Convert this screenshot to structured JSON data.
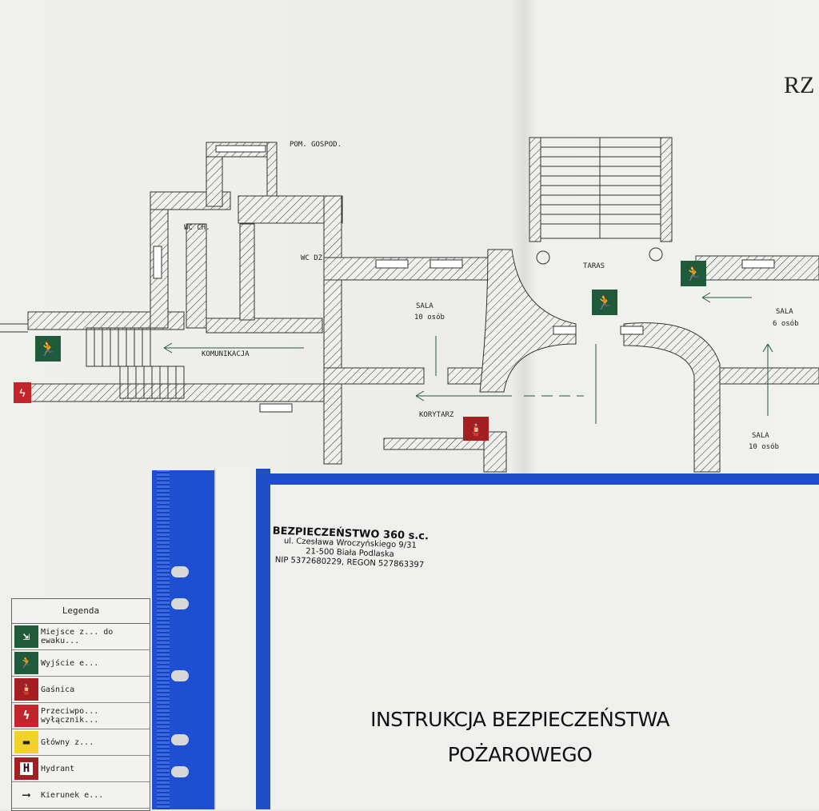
{
  "plan": {
    "header_fragment": "RZ",
    "rooms": {
      "pom_gospod": "POM. GOSPOD.",
      "wc_ch": "WC CH.",
      "wc_dz": "WC DZ",
      "komunikacja": "KOMUNIKACJA",
      "sala1": "SALA",
      "sala1_cap": "10 osób",
      "taras": "TARAS",
      "sala2": "SALA",
      "sala2_cap": "6 osób",
      "korytarz": "KORYTARZ",
      "sala3": "SALA",
      "sala3_cap": "10 osób"
    }
  },
  "legend": {
    "title": "Legenda",
    "items": [
      {
        "label": "Miejsce z... do ewaku...",
        "icon": "assembly-point-icon",
        "color": "#1f5a3a"
      },
      {
        "label": "Wyjście e...",
        "icon": "emergency-exit-icon",
        "color": "#1f5a3a"
      },
      {
        "label": "Gaśnica",
        "icon": "fire-extinguisher-icon",
        "color": "#a51e22"
      },
      {
        "label": "Przeciwpo... wyłącznik...",
        "icon": "fire-switch-icon",
        "color": "#c3262a"
      },
      {
        "label": "Główny z...",
        "icon": "main-valve-icon",
        "color": "#f0d22a"
      },
      {
        "label": "Hydrant",
        "icon": "hydrant-icon",
        "color": "#a51e22"
      },
      {
        "label": "Kierunek e...",
        "icon": "arrow-right-icon",
        "color": "#222222"
      }
    ]
  },
  "cover": {
    "company_name": "BEZPIECZEŃSTWO 360 s.c.",
    "address_line1": "ul. Czesława Wroczyńskiego 9/31",
    "address_line2": "21-500 Biała Podlaska",
    "ids": "NIP 5372680229, REGON 527863397",
    "title_line1": "INSTRUKCJA BEZPIECZEŃSTWA",
    "title_line2": "POŻAROWEGO"
  },
  "colors": {
    "folder_blue": "#1f4ec9",
    "exit_green": "#1f5a3a",
    "fire_red": "#a51e22"
  }
}
